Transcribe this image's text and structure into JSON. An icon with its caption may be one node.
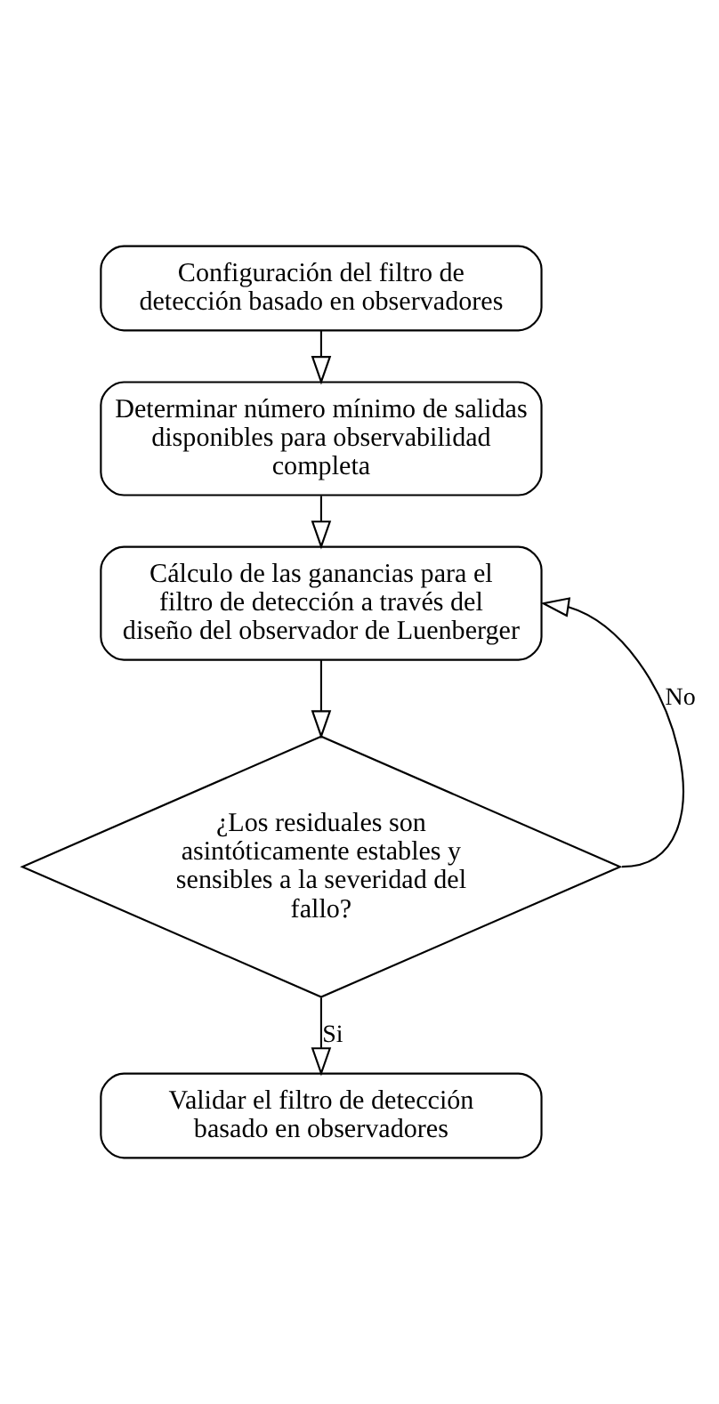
{
  "diagram": {
    "nodes": [
      {
        "text": [
          "Configuración del filtro de detección basado en observadores"
        ]
      },
      {
        "text": [
          "Determinar número mínimo de salidas disponibles para observabilidad completa"
        ]
      },
      {
        "text": [
          "Cálculo de las ganancias para el filtro de detección a través del diseño del observador de Luenberger"
        ]
      },
      {
        "text": [
          "¿Los residuales son asintóticamente estables y sensibles a la severidad del fallo?"
        ]
      },
      {
        "text": [
          "Validar el filtro de detección basado en observadores"
        ]
      }
    ],
    "edges": [
      {
        "from": 0,
        "to": 1,
        "arrow": "to"
      },
      {
        "from": 1,
        "to": 2,
        "arrow": "to"
      },
      {
        "from": 2,
        "to": 3,
        "arrow": "to"
      },
      {
        "from": 3,
        "to": 4,
        "arrow": "to",
        "label": "Si"
      },
      {
        "from": 3,
        "to": 2,
        "arrow": "to",
        "label": "No"
      }
    ]
  }
}
